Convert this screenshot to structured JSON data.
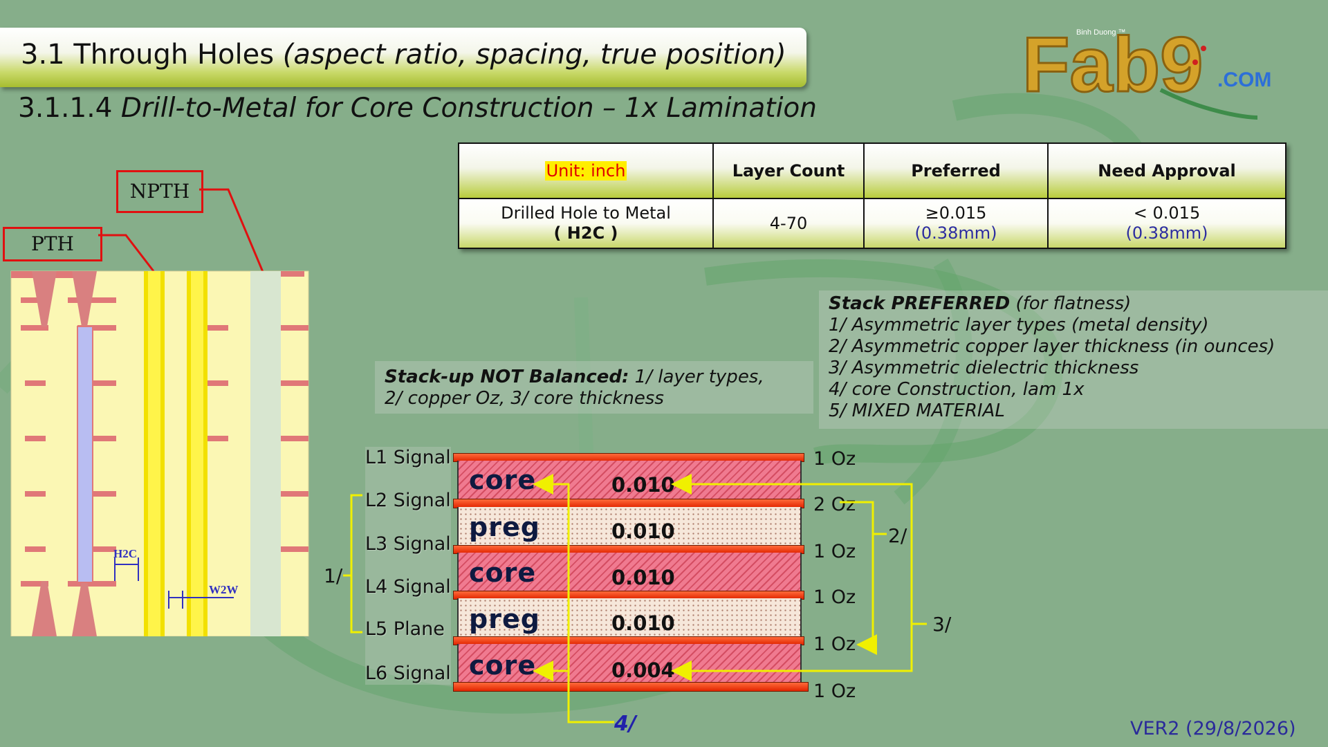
{
  "title": {
    "main": "3.1 Through Holes ",
    "italic": "(aspect ratio, spacing, true position)"
  },
  "subtitle": {
    "prefix": "3.1.1.4 ",
    "italic": "Drill-to-Metal for Core Construction – 1x Lamination"
  },
  "logo": {
    "text": "Fab9",
    "tagline": "Binh Duong ™",
    "suffix": ".COM"
  },
  "table": {
    "headers": [
      "Unit: inch",
      "Layer Count",
      "Preferred",
      "Need Approval"
    ],
    "row": {
      "item": "Drilled Hole to Metal",
      "item_code": "( H2C )",
      "layer_count": "4-70",
      "preferred": "≥0.015",
      "preferred_mm": "(0.38mm)",
      "need_approval": "< 0.015",
      "need_approval_mm": "(0.38mm)"
    }
  },
  "drawing": {
    "pth_label": "PTH",
    "npth_label": "NPTH",
    "h2c_label": "H2C",
    "w2w_label": "W2W"
  },
  "note_unbalanced": {
    "bold": "Stack-up NOT Balanced:",
    "line1": " 1/ layer types,",
    "line2": "2/ copper Oz, 3/ core thickness"
  },
  "note_preferred": {
    "bold": "Stack PREFERRED",
    "suffix": " (for flatness)",
    "items": [
      "1/ Asymmetric layer types (metal density)",
      "2/ Asymmetric copper layer thickness (in ounces)",
      "3/ Asymmetric dielectric thickness",
      "4/ core Construction, lam 1x",
      "5/ MIXED MATERIAL"
    ]
  },
  "stackup": {
    "layers": [
      "L1 Signal",
      "L2 Signal",
      "L3 Signal",
      "L4 Signal",
      "L5 Plane",
      "L6 Signal"
    ],
    "copper_oz": [
      "1 Oz",
      "2 Oz",
      "1 Oz",
      "1 Oz",
      "1 Oz",
      "1 Oz"
    ],
    "dielectrics": [
      {
        "type": "core",
        "thickness": "0.010"
      },
      {
        "type": "preg",
        "thickness": "0.010"
      },
      {
        "type": "core",
        "thickness": "0.010"
      },
      {
        "type": "preg",
        "thickness": "0.010"
      },
      {
        "type": "core",
        "thickness": "0.004"
      }
    ],
    "bracket_labels": {
      "b1": "1/",
      "b2": "2/",
      "b3": "3/",
      "b4": "4/"
    }
  },
  "version": "VER2 (29/8/2026)",
  "colors": {
    "background": "#86ae8a",
    "copper": "#e93a10",
    "core": "#f07a90",
    "prepreg": "#f6e7da",
    "callout": "#e8e800",
    "red_tag": "#e01010"
  }
}
